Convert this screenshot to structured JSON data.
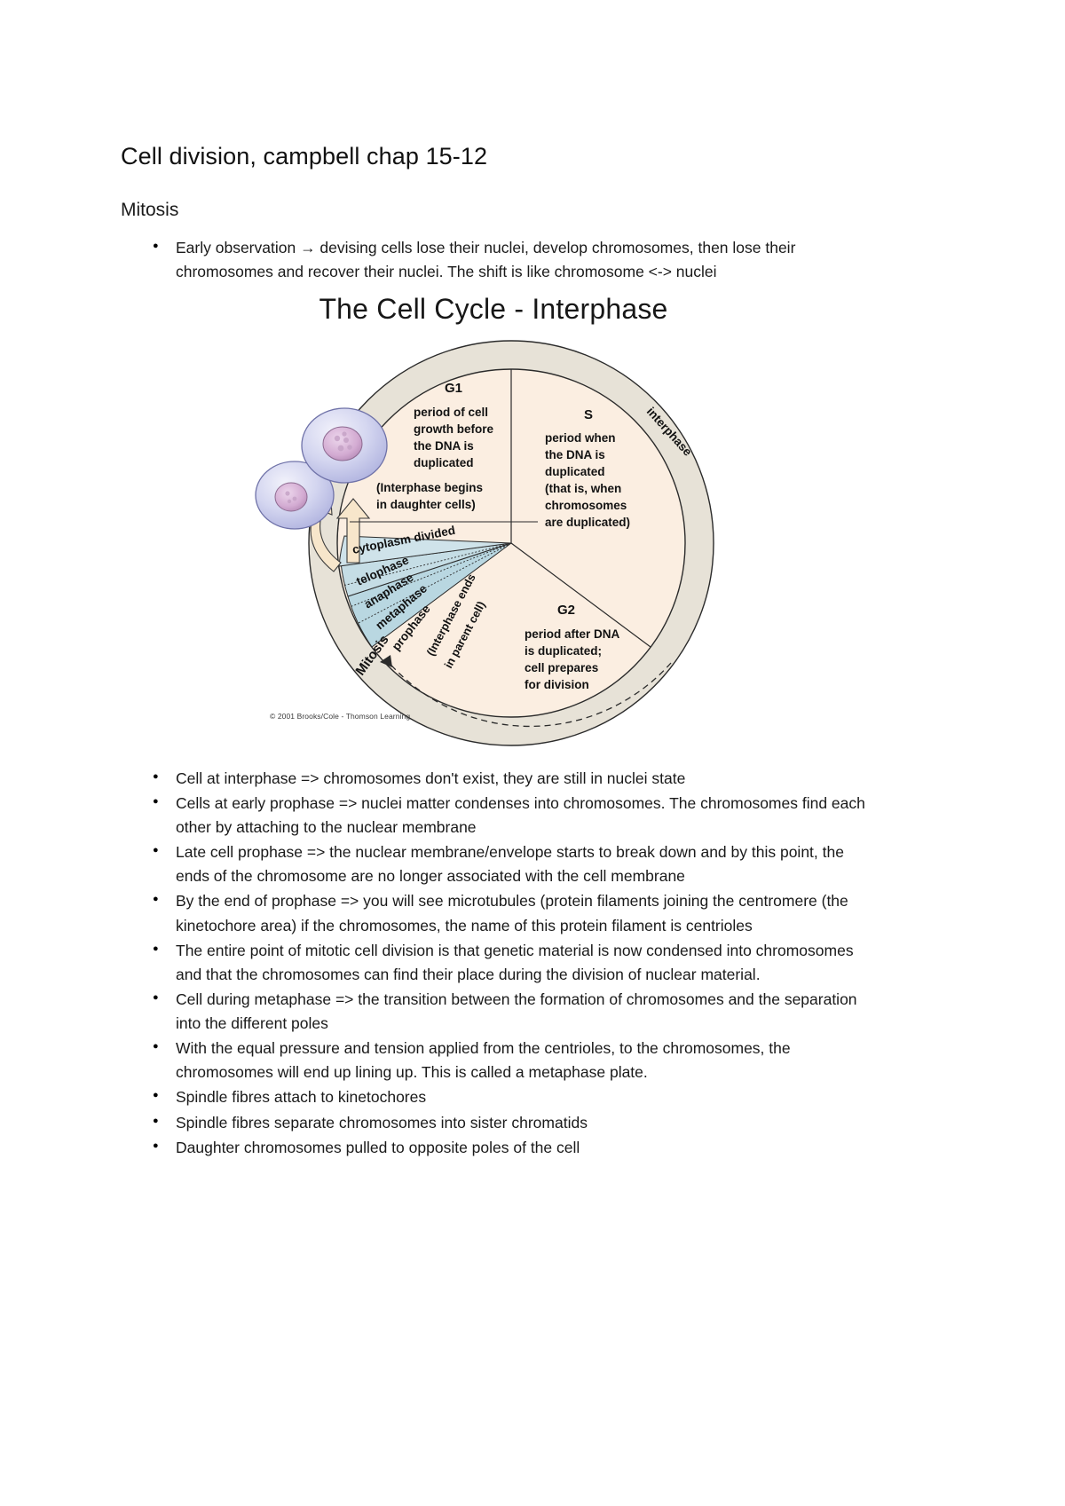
{
  "document": {
    "title": "Cell division, campbell chap 15-12",
    "section_heading": "Mitosis",
    "intro_bullets": [
      "Early observation → devising cells lose their nuclei, develop chromosomes, then lose their chromosomes and recover their nuclei. The shift is like chromosome <-> nuclei"
    ],
    "body_bullets": [
      "Cell at interphase => chromosomes don't exist, they are still in nuclei state",
      "Cells at early prophase => nuclei matter condenses into chromosomes. The chromosomes find each other by attaching to the nuclear membrane",
      "Late cell prophase => the nuclear membrane/envelope starts to break down and by this point, the ends of the chromosome are no longer associated with the cell membrane",
      "By the end of prophase => you will see microtubules (protein filaments joining the centromere (the kinetochore area) if the chromosomes, the name of this protein filament is centrioles",
      "The entire point of mitotic cell division is that genetic material is now condensed into chromosomes and that the chromosomes can find their place during the division of nuclear material.",
      "Cell during metaphase => the transition between the formation of chromosomes and the separation into the different poles",
      "With the equal pressure and tension applied from the centrioles, to the chromosomes, the chromosomes will end up lining up. This is called a metaphase plate.",
      "Spindle fibres attach to kinetochores",
      "Spindle fibres separate chromosomes into sister chromatids",
      "Daughter chromosomes pulled to opposite poles of the cell"
    ]
  },
  "figure": {
    "title": "The Cell Cycle - Interphase",
    "credit": "© 2001 Brooks/Cole - Thomson Learning",
    "outer_ring_label": "interphase",
    "segments": {
      "g1_label": "G1",
      "g1_text_lines": [
        "period of cell",
        "growth before",
        "the DNA is",
        "duplicated"
      ],
      "s_label": "S",
      "s_text_lines": [
        "period when",
        "the DNA is",
        "duplicated",
        "(that is, when",
        "chromosomes",
        "are duplicated)"
      ],
      "g2_label": "G2",
      "g2_text_lines": [
        "period after DNA",
        "is duplicated;",
        "cell prepares",
        "for division"
      ]
    },
    "annotations": {
      "daughter_note_lines": [
        "(Interphase begins",
        "in daughter cells)"
      ],
      "parent_note_lines": [
        "(Interphase ends",
        "in parent cell)"
      ],
      "cytoplasm_divided": "cytoplasm divided",
      "mitosis_label": "Mitosis"
    },
    "mitosis_phases": [
      "telophase",
      "anaphase",
      "metaphase",
      "prophase"
    ],
    "colors": {
      "ring_fill": "#e6e1d6",
      "interior_fill": "#fbeee1",
      "mitosis_fill": "#bcd9e2",
      "arrow_fill": "#f6e3c8",
      "cell_body": "#cfd2ee",
      "cell_nucleus": "#d9b6d8",
      "stroke": "#2b2b2b"
    }
  }
}
